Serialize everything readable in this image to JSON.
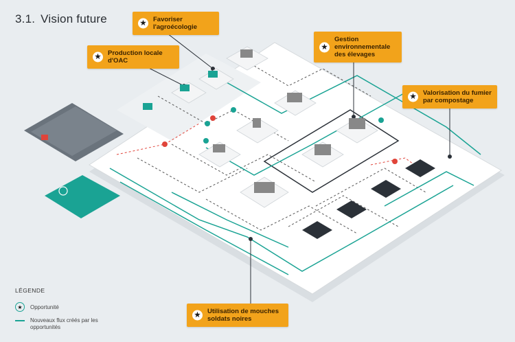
{
  "title": {
    "number": "3.1.",
    "text": "Vision future"
  },
  "callouts": {
    "agroecologie": "Favoriser l'agroécologie",
    "oac": "Production locale d'OAC",
    "gestion": "Gestion environnementale des élevages",
    "fumier": "Valorisation du fumier par compostage",
    "mouches": "Utilisation de mouches soldats noires"
  },
  "legend": {
    "title": "LÉGENDE",
    "opportunity": "Opportunité",
    "new_flows": "Nouveaux flux créés par les opportunités"
  },
  "colors": {
    "accent": "#f2a31b",
    "teal": "#1aa394",
    "dark": "#2b3138",
    "red": "#e0443a"
  },
  "icons": {
    "star": "★"
  }
}
